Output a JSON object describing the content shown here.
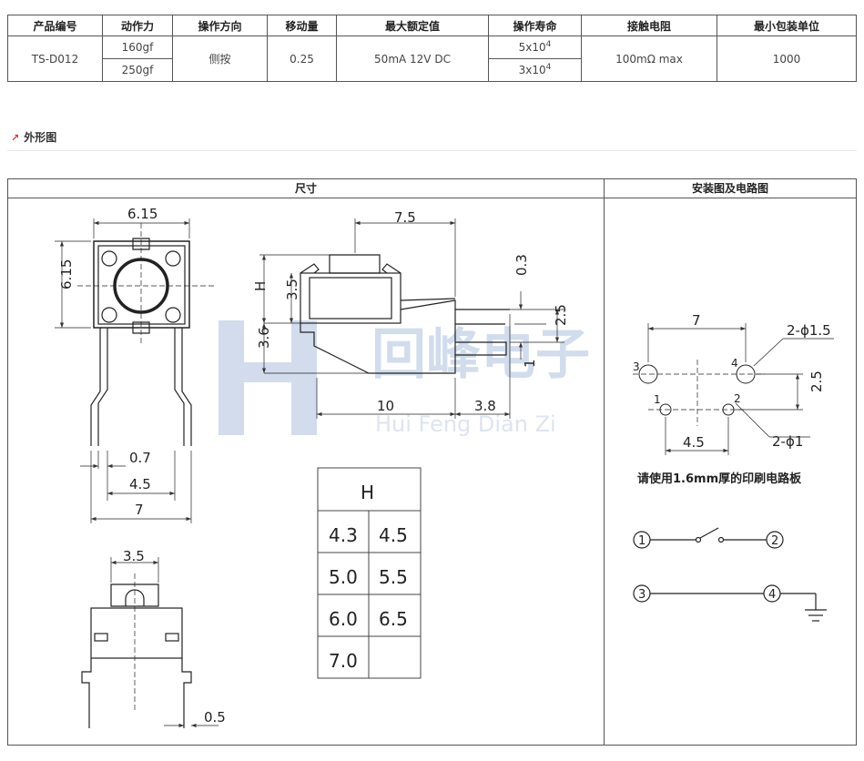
{
  "spec_table": {
    "headers": [
      "产品编号",
      "动作力",
      "操作方向",
      "移动量",
      "最大额定值",
      "操作寿命",
      "接触电阻",
      "最小包装单位"
    ],
    "product_id": "TS-D012",
    "force_1": "160gf",
    "force_2": "250gf",
    "direction": "侧按",
    "travel": "0.25",
    "rating": "50mA 12V DC",
    "life_1_base": "5x10",
    "life_1_exp": "4",
    "life_2_base": "3x10",
    "life_2_exp": "4",
    "contact_resistance": "100mΩ max",
    "min_pack": "1000"
  },
  "section": {
    "title": "外形图"
  },
  "drawing_panel": {
    "dimensions_header": "尺寸",
    "install_header": "安装图及电路图",
    "watermark_cn": "回峰电子",
    "watermark_en": "Hui Feng Dian Zi",
    "front": {
      "width": "6.15",
      "height": "6.15",
      "pin_width": "0.7",
      "pin_pitch": "4.5",
      "total_width": "7"
    },
    "side": {
      "length": "7.5",
      "h_label": "H",
      "body": "3.5",
      "top": "0.3",
      "pin_off": "2.5",
      "lead": "1",
      "base": "3.6",
      "body_len": "10",
      "pin_len": "3.8"
    },
    "bottom": {
      "width": "3.5",
      "pin": "0.5"
    },
    "h_table": {
      "header": "H",
      "values": [
        "4.3",
        "4.5",
        "5.0",
        "5.5",
        "6.0",
        "6.5",
        "7.0",
        ""
      ]
    },
    "pcb": {
      "width": "7",
      "big_hole": "2-ϕ1.5",
      "small_hole": "2-ϕ1",
      "offset": "2.5",
      "pitch": "4.5",
      "pin1": "1",
      "pin2": "2",
      "pin3": "3",
      "pin4": "4",
      "note": "请使用1.6mm厚的印刷电路板"
    },
    "circuit": {
      "n1": "1",
      "n2": "2",
      "n3": "3",
      "n4": "4"
    }
  }
}
